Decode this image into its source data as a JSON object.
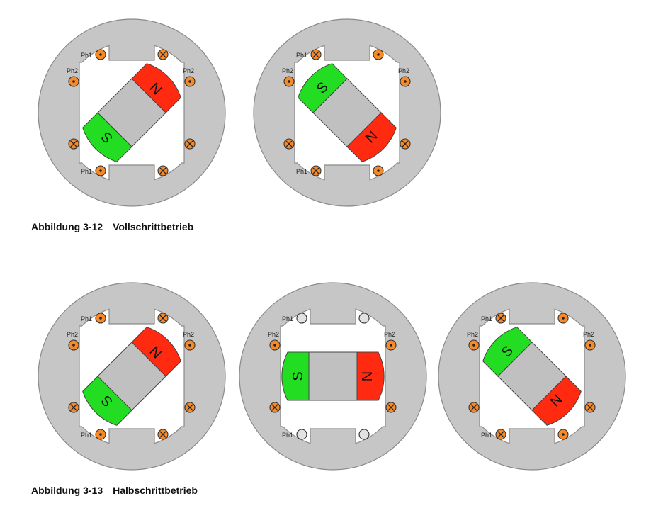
{
  "figures": [
    {
      "number": "Abbildung 3-12",
      "title": "Vollschrittbetrieb",
      "motors": [
        {
          "rotor_angle_deg": -45,
          "ph1_top": [
            "dot",
            "cross"
          ],
          "ph1_bottom": [
            "dot",
            "cross"
          ],
          "ph2_side": [
            "dot",
            "cross"
          ]
        },
        {
          "rotor_angle_deg": 45,
          "ph1_top": [
            "cross",
            "dot"
          ],
          "ph1_bottom": [
            "cross",
            "dot"
          ],
          "ph2_side": [
            "dot",
            "cross"
          ]
        }
      ]
    },
    {
      "number": "Abbildung 3-13",
      "title": "Halbschrittbetrieb",
      "motors": [
        {
          "rotor_angle_deg": -45,
          "ph1_top": [
            "dot",
            "cross"
          ],
          "ph1_bottom": [
            "dot",
            "cross"
          ],
          "ph2_side": [
            "dot",
            "cross"
          ]
        },
        {
          "rotor_angle_deg": 0,
          "ph1_top": [
            "off",
            "off"
          ],
          "ph1_bottom": [
            "off",
            "off"
          ],
          "ph2_side": [
            "dot",
            "cross"
          ]
        },
        {
          "rotor_angle_deg": 45,
          "ph1_top": [
            "cross",
            "dot"
          ],
          "ph1_bottom": [
            "cross",
            "dot"
          ],
          "ph2_side": [
            "dot",
            "cross"
          ]
        }
      ]
    }
  ],
  "labels": {
    "phase1": "Ph1",
    "phase2": "Ph2",
    "pole_north": "N",
    "pole_south": "S"
  },
  "colors": {
    "stator": "#c6c6c6",
    "stator_stroke": "#8a8a8a",
    "rotor_body": "#c0c0c0",
    "pole_north": "#ff2a10",
    "pole_south": "#22dd22",
    "coil_active": "#f58a2a",
    "coil_inactive": "#e2e2e2",
    "bore": "#ffffff"
  }
}
